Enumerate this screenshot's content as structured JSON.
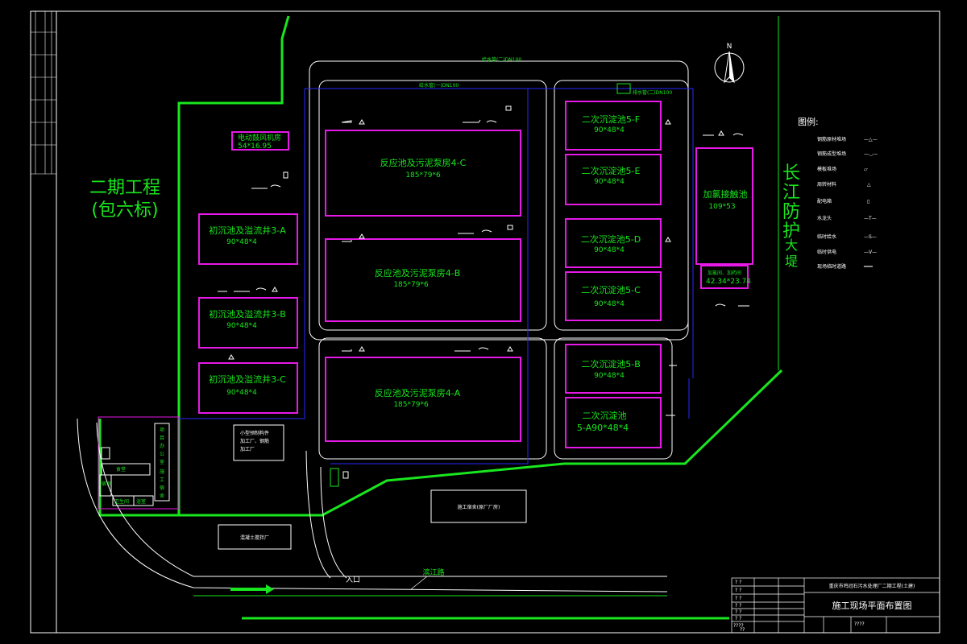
{
  "drawing_title": "施工现场平面布置图",
  "project_title": "重庆市鸡冠石污水处理厂二期工程(土建)",
  "north": "N",
  "phase_two": {
    "line1": "二期工程",
    "line2": "(包六标)"
  },
  "levee": [
    "长",
    "江",
    "防",
    "护",
    "大",
    "堤"
  ],
  "entrance": "入口",
  "road_label": "滨江路",
  "legend": {
    "title": "图例:",
    "items": [
      "钢筋原材堆场",
      "钢筋成型堆场",
      "模板堆场",
      "周转材料",
      "配电箱",
      "水龙头",
      "临时给水",
      "临时供电",
      "现场临时道路"
    ],
    "symbols": [
      "—△—",
      "—◡—",
      "▱",
      "△",
      "▯",
      "—T—",
      "—S—",
      "—V—",
      "═══"
    ]
  },
  "structures": {
    "reactor_c": {
      "name": "反应池及污泥泵房4-C",
      "dim": "185*79*6"
    },
    "reactor_b": {
      "name": "反应池及污泥泵房4-B",
      "dim": "185*79*6"
    },
    "reactor_a": {
      "name": "反应池及污泥泵房4-A",
      "dim": "185*79*6"
    },
    "sec_f": {
      "name": "二次沉淀池5-F",
      "dim": "90*48*4"
    },
    "sec_e": {
      "name": "二次沉淀池5-E",
      "dim": "90*48*4"
    },
    "sec_d": {
      "name": "二次沉淀池5-D",
      "dim": "90*48*4"
    },
    "sec_c": {
      "name": "二次沉淀池5-C",
      "dim": "90*48*4"
    },
    "sec_b": {
      "name": "二次沉淀池5-B",
      "dim": "90*48*4"
    },
    "sec_a": {
      "name": "二次沉淀池",
      "dim": "5-A90*48*4"
    },
    "prim_a": {
      "name": "初沉池及溢流井3-A",
      "dim": "90*48*4"
    },
    "prim_b": {
      "name": "初沉池及溢流井3-B",
      "dim": "90*48*4"
    },
    "prim_c": {
      "name": "初沉池及溢流井3-C",
      "dim": "90*48*4"
    },
    "chlor": {
      "name": "加氯接触池",
      "dim": "109*53"
    },
    "blower": {
      "name": "电动鼓风机房",
      "dim": "54*16.95"
    },
    "dosing": {
      "name": "加氯间、加药间",
      "dim": "42.34*23.74"
    }
  },
  "site_labels": {
    "shop": [
      "小型预制构件",
      "加工厂、钢筋",
      "加工厂"
    ],
    "worker_camp": "施工宿舍(原厂厂房)",
    "mixing": "混凝土搅拌厂",
    "canteen": "食堂",
    "dorm": "宿舍",
    "toilet1": "卫生间",
    "toilet2": "浴室",
    "office": [
      "项",
      "目",
      "办",
      "公",
      "室"
    ],
    "staff": [
      "施",
      "工",
      "宿",
      "舍"
    ]
  },
  "title_block": {
    "rows": [
      "? ?",
      "? ?",
      "? ?",
      "? ?",
      "? ?",
      "? ?",
      "????"
    ],
    "bottom_left": "??",
    "bottom_right": "????"
  },
  "pipe_labels": [
    "给水管(二)DN100",
    "给水管(一)DN100",
    "排水管(二)DN100"
  ],
  "colors": {
    "frame": "#ffffff",
    "green": "#19e61e",
    "magenta": "#e619e6",
    "blue": "#2828ff"
  }
}
